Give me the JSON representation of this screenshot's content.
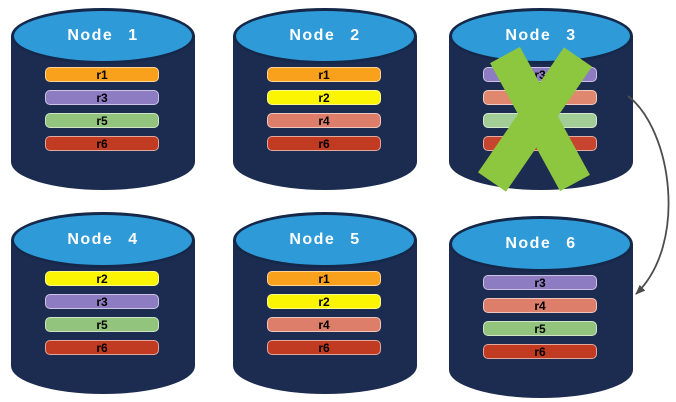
{
  "diagram": {
    "name": "replica-distribution-with-failed-node",
    "background": "#FFFFFF"
  },
  "palette": {
    "cylinder_body": "#1C2C50",
    "cylinder_top": "#2E9BD8",
    "cylinder_outline": "#15284A",
    "title_color": "#FFFFFF",
    "bar_text": "#000000",
    "failure_x": "#8DC63F",
    "arrow": "#4D4D4D"
  },
  "nodes": [
    {
      "label": "Node 1",
      "failed": false,
      "replicas": [
        {
          "label": "r1",
          "color": "#F9A01C"
        },
        {
          "label": "r3",
          "color": "#8E7CC3"
        },
        {
          "label": "r5",
          "color": "#93C47D"
        },
        {
          "label": "r6",
          "color": "#C13B22"
        }
      ]
    },
    {
      "label": "Node 2",
      "failed": false,
      "replicas": [
        {
          "label": "r1",
          "color": "#F9A01C"
        },
        {
          "label": "r2",
          "color": "#FBF402"
        },
        {
          "label": "r4",
          "color": "#DD7E6B"
        },
        {
          "label": "r6",
          "color": "#C13B22"
        }
      ]
    },
    {
      "label": "Node 3",
      "failed": true,
      "replicas": [
        {
          "label": "r3",
          "color": "#8E7CC3"
        },
        {
          "label": "r4",
          "color": "#E0876F"
        },
        {
          "label": "r5",
          "color": "#A3CD96"
        },
        {
          "label": "r6",
          "color": "#C7452E"
        }
      ]
    },
    {
      "label": "Node 4",
      "failed": false,
      "replicas": [
        {
          "label": "r2",
          "color": "#FBF402"
        },
        {
          "label": "r3",
          "color": "#8E7CC3"
        },
        {
          "label": "r5",
          "color": "#93C47D"
        },
        {
          "label": "r6",
          "color": "#C13B22"
        }
      ]
    },
    {
      "label": "Node 5",
      "failed": false,
      "replicas": [
        {
          "label": "r1",
          "color": "#F9A01C"
        },
        {
          "label": "r2",
          "color": "#FBF402"
        },
        {
          "label": "r4",
          "color": "#DD7E6B"
        },
        {
          "label": "r6",
          "color": "#C13B22"
        }
      ]
    },
    {
      "label": "Node 6",
      "failed": false,
      "replicas": [
        {
          "label": "r3",
          "color": "#8E7CC3"
        },
        {
          "label": "r4",
          "color": "#DD7E6B"
        },
        {
          "label": "r5",
          "color": "#93C47D"
        },
        {
          "label": "r6",
          "color": "#C13B22"
        }
      ]
    }
  ],
  "arrow": {
    "from": "Node 3",
    "to": "Node 6"
  }
}
